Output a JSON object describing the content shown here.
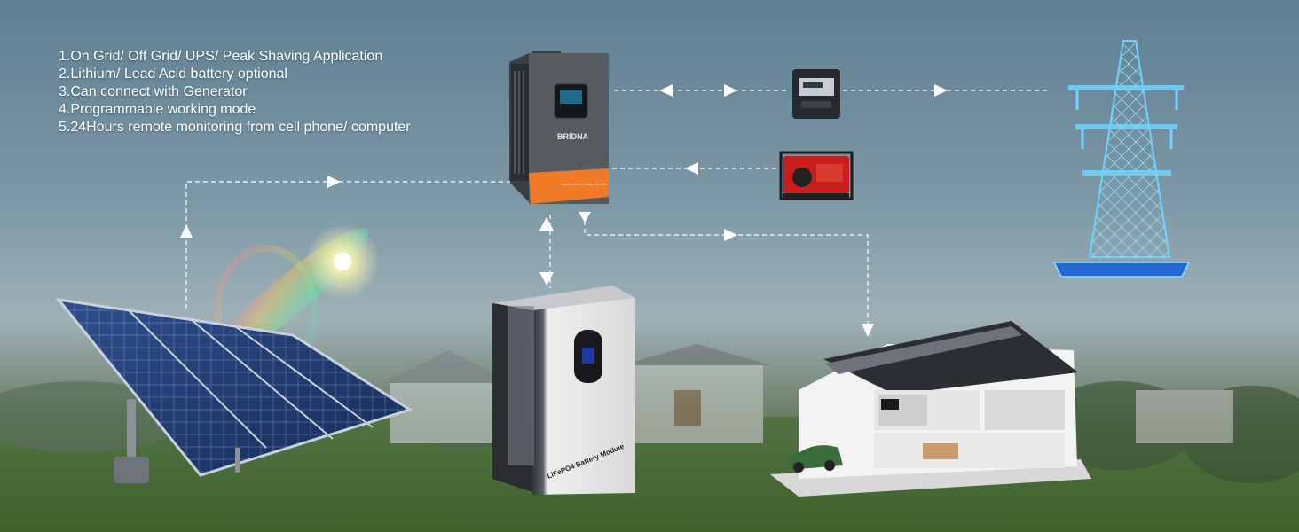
{
  "features": [
    "1.On Grid/ Off Grid/ UPS/ Peak Shaving Application",
    "2.Lithium/ Lead Acid battery optional",
    "3.Can connect with Generator",
    "4.Programmable working mode",
    "5.24Hours remote monitoring from cell phone/ computer"
  ],
  "inverter": {
    "brand": "BRIDNA",
    "band_text": "Hybrid Inverter Solar Inverter"
  },
  "battery": {
    "label": "LiFePO4 Battery Module"
  },
  "colors": {
    "inverter_body": "#4e5358",
    "inverter_band": "#f07a25",
    "arrow": "#ffffff",
    "tower": "#6fd3ff"
  },
  "icons": [
    "solar-panel-icon",
    "inverter-icon",
    "battery-icon",
    "meter-icon",
    "generator-icon",
    "pylon-icon",
    "house-icon",
    "sun-icon"
  ]
}
